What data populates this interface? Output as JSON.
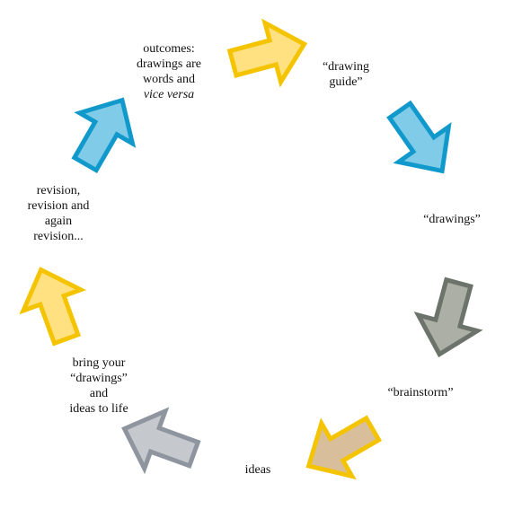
{
  "diagram": {
    "type": "cycle",
    "steps": [
      {
        "label": "“drawing guide”",
        "lines": [
          "“drawing",
          "guide”"
        ],
        "arrow": {
          "fill": "#FFE182",
          "stroke": "#F5C400"
        }
      },
      {
        "label": "“drawings”",
        "lines": [
          "“drawings”"
        ],
        "arrow": {
          "fill": "#80CCE8",
          "stroke": "#1199CC"
        }
      },
      {
        "label": "“brainstorm”",
        "lines": [
          "“brainstorm”"
        ],
        "arrow": {
          "fill": "#ABAFA6",
          "stroke": "#6B736B"
        }
      },
      {
        "label": "ideas",
        "lines": [
          "ideas"
        ],
        "arrow": {
          "fill": "#D9BE9C",
          "stroke": "#F5C400"
        }
      },
      {
        "label": "bring your “drawings” and ideas to life",
        "lines": [
          "bring your",
          "“drawings”",
          "and",
          "ideas to life"
        ],
        "arrow": {
          "fill": "#C5C9CE",
          "stroke": "#8E959E"
        }
      },
      {
        "label": "revision, revision and again revision...",
        "lines": [
          "revision,",
          "revision and",
          "again",
          "revision..."
        ],
        "arrow": {
          "fill": "#FFE182",
          "stroke": "#F5C400"
        }
      },
      {
        "label": "outcomes: drawings are words and vice versa",
        "lines": [
          "outcomes:",
          "drawings are",
          "words and",
          "vice versa"
        ],
        "italic_line": 3,
        "arrow": {
          "fill": "#80CCE8",
          "stroke": "#1199CC"
        }
      }
    ]
  }
}
